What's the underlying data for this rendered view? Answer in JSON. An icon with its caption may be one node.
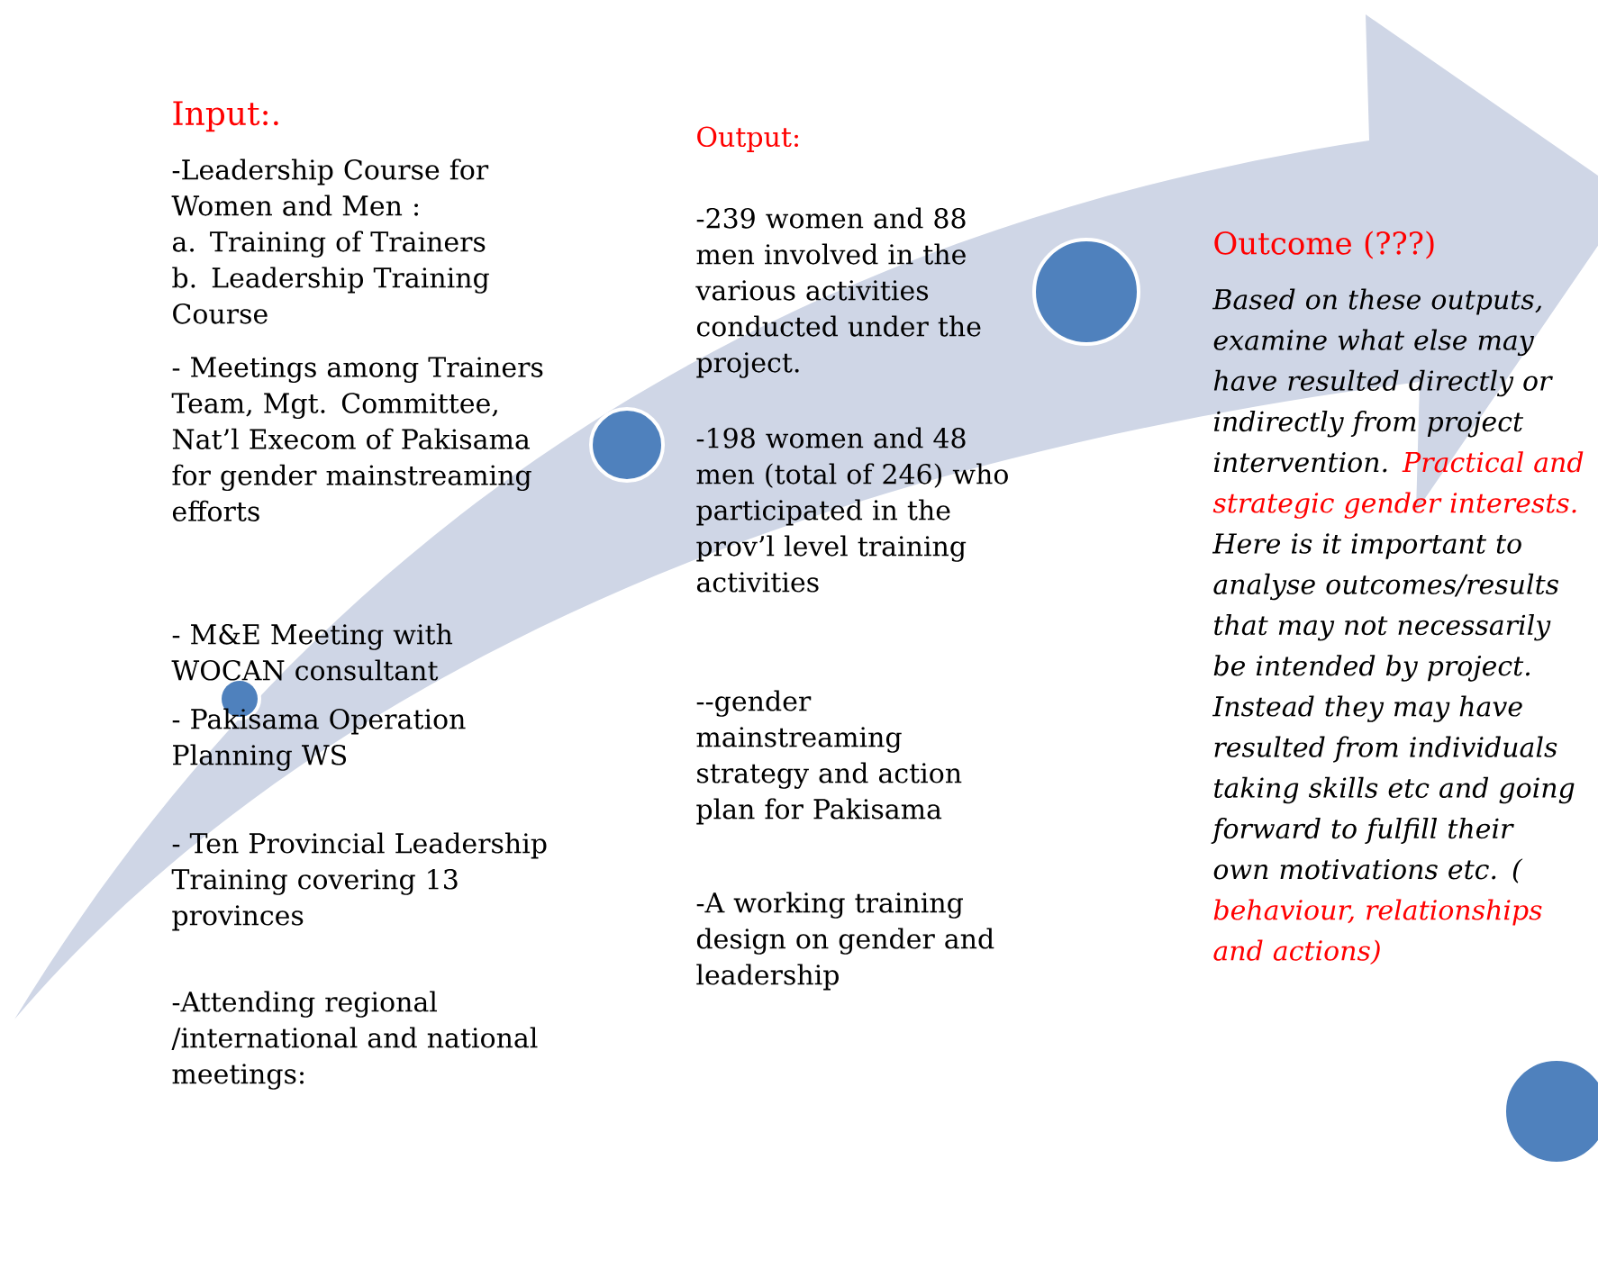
{
  "diagram": {
    "nodes": [
      {
        "text": [],
        "shape": "circle"
      },
      {
        "text": [],
        "shape": "circle"
      },
      {
        "text": [],
        "shape": "circle"
      },
      {
        "text": [],
        "shape": "circle"
      }
    ],
    "labels": [
      "Input:.",
      "-Leadership Course for Women and Men :",
      "a. Training of Trainers",
      "b. Leadership Training Course",
      "- Meetings among Trainers Team,  Mgt. Committee, Nat’l Execom of Pakisama for gender mainstreaming efforts",
      "- M&E Meeting with WOCAN consultant",
      "- Pakisama Operation Planning WS",
      "- Ten Provincial Leadership Training covering 13 provinces",
      "-Attending  regional /international and national  meetings:",
      "Output:",
      "-239 women and 88 men involved in the various activities conducted under the project.",
      "-198 women and 48 men   (total of 246) who participated in the prov’l level training activities",
      "--gender mainstreaming strategy and action plan for Pakisama",
      "-A  working training design on gender and leadership",
      "Outcome (???)",
      "Based on these outputs, examine what else may have resulted directly or indirectly from project intervention.",
      "Practical and strategic gender interests.",
      "Here is it important to analyse outcomes/results that may not necessarily be intended by project. Instead they may have resulted from individuals taking skills etc and going forward to fulfill their own motivations etc. (",
      "behaviour, relationships and actions)"
    ]
  }
}
